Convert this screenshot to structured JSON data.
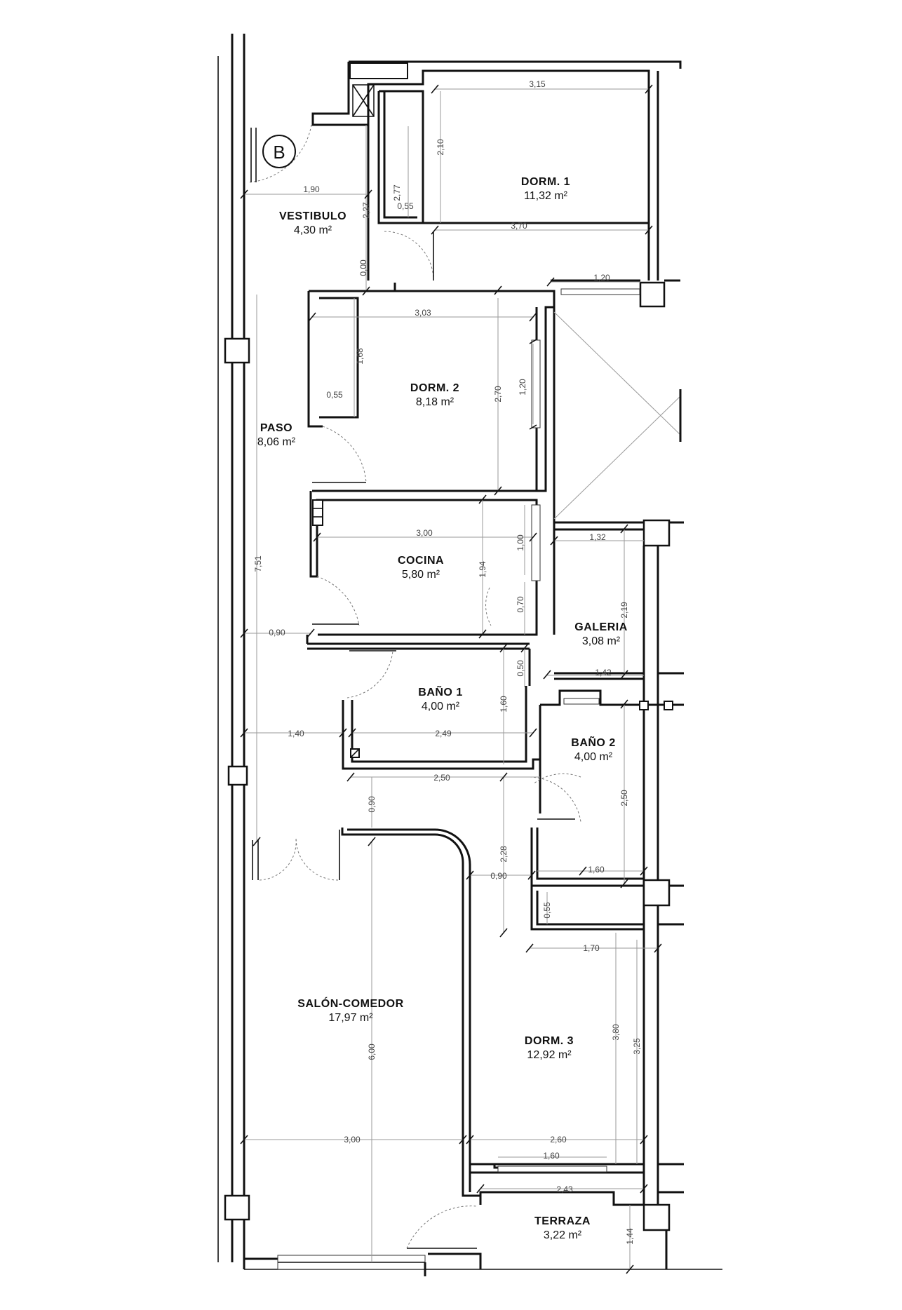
{
  "marker": "B",
  "rooms": {
    "dorm1": {
      "name": "DORM. 1",
      "area": "11,32 m²"
    },
    "vestibulo": {
      "name": "VESTIBULO",
      "area": "4,30 m²"
    },
    "dorm2": {
      "name": "DORM. 2",
      "area": "8,18 m²"
    },
    "paso": {
      "name": "PASO",
      "area": "8,06 m²"
    },
    "cocina": {
      "name": "COCINA",
      "area": "5,80 m²"
    },
    "galeria": {
      "name": "GALERIA",
      "area": "3,08 m²"
    },
    "bano1": {
      "name": "BAÑO 1",
      "area": "4,00 m²"
    },
    "bano2": {
      "name": "BAÑO 2",
      "area": "4,00 m²"
    },
    "salon": {
      "name": "SALÓN-COMEDOR",
      "area": "17,97 m²"
    },
    "dorm3": {
      "name": "DORM. 3",
      "area": "12,92 m²"
    },
    "terraza": {
      "name": "TERRAZA",
      "area": "3,22 m²"
    }
  },
  "dimensions": {
    "d315": "3,15",
    "d210": "2,10",
    "d277": "2,77",
    "d055a": "0,55",
    "d370": "3,70",
    "d190": "1,90",
    "d227": "2,27",
    "d000": "0,00",
    "d120a": "1,20",
    "d303": "3,03",
    "d168": "1,68",
    "d055b": "0,55",
    "d270": "2,70",
    "d120b": "1,20",
    "d751": "7,51",
    "d300a": "3,00",
    "d100": "1,00",
    "d132": "1,32",
    "d194": "1,94",
    "d070": "0,70",
    "d219": "2,19",
    "d090a": "0,90",
    "d050": "0,50",
    "d142": "1,42",
    "d160a": "1,60",
    "d140": "1,40",
    "d249": "2,49",
    "d250a": "2,50",
    "d250b": "2,50",
    "d090b": "0,90",
    "d228": "2,28",
    "d090c": "0,90",
    "d160b": "1,60",
    "d055c": "0,55",
    "d170": "1,70",
    "d600": "6,00",
    "d380": "3,80",
    "d325": "3,25",
    "d300b": "3,00",
    "d260": "2,60",
    "d160c": "1,60",
    "d243": "2,43",
    "d144": "1,44"
  },
  "colors": {
    "wall": "#111111",
    "dimension": "#9a9a9a",
    "background": "#ffffff"
  }
}
